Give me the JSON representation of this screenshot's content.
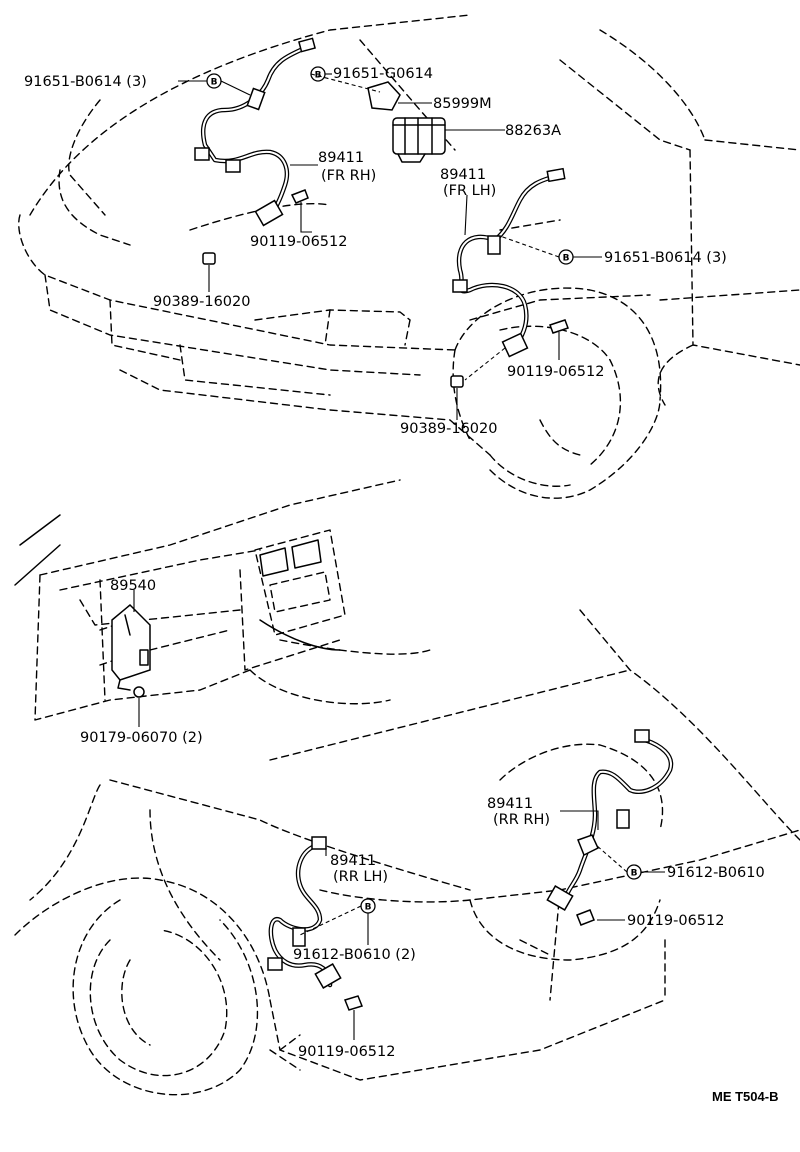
{
  "diagram": {
    "code": "ME T504-B",
    "bolt_marker": "B",
    "labels": {
      "top_clamp_fr_rh": "91651-B0614 (3)",
      "top_clamp_center": "91651-G0614",
      "bracket": "85999M",
      "actuator": "88263A",
      "sensor_fr_rh_num": "89411",
      "sensor_fr_rh_side": "(FR RH)",
      "bolt_fr_rh": "90119-06512",
      "clip_fr_rh": "90389-16020",
      "sensor_fr_lh_num": "89411",
      "sensor_fr_lh_side": "(FR LH)",
      "clamp_fr_lh": "91651-B0614 (3)",
      "bolt_fr_lh": "90119-06512",
      "clip_fr_lh": "90389-16020",
      "computer": "89540",
      "computer_nut": "90179-06070 (2)",
      "sensor_rr_rh_num": "89411",
      "sensor_rr_rh_side": "(RR RH)",
      "clamp_rr_rh": "91612-B0610",
      "bolt_rr_rh": "90119-06512",
      "sensor_rr_lh_num": "89411",
      "sensor_rr_lh_side": "(RR LH)",
      "clamp_rr_lh": "91612-B0610 (2)",
      "bolt_rr_lh": "90119-06512"
    }
  }
}
